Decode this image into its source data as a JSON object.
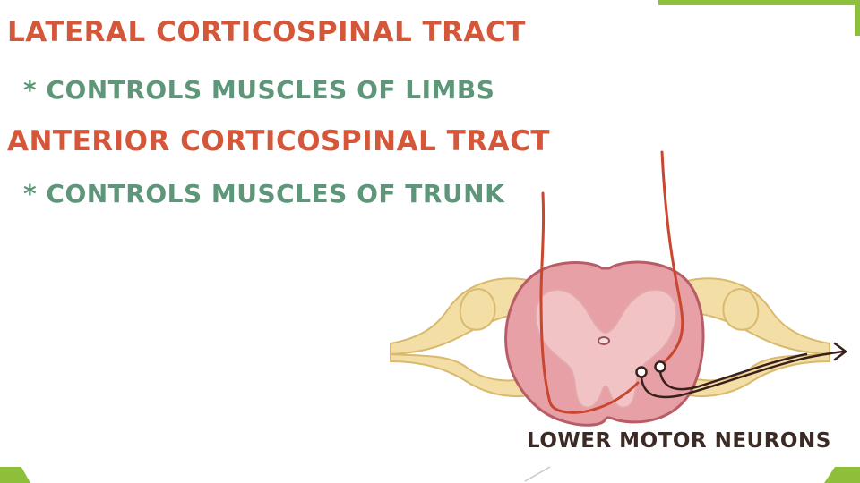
{
  "slide": {
    "lines": [
      {
        "text": "LATERAL CORTICOSPINAL TRACT",
        "kind": "tract"
      },
      {
        "text": "* CONTROLS MUSCLES OF LIMBS",
        "kind": "bullet"
      },
      {
        "text": "ANTERIOR CORTICOSPINAL TRACT",
        "kind": "tract"
      },
      {
        "text": "* CONTROLS MUSCLES OF TRUNK",
        "kind": "bullet"
      }
    ],
    "caption": "LOWER MOTOR NEURONS"
  },
  "colors": {
    "tract_text": "#d4573a",
    "bullet_text": "#5d9678",
    "caption_text": "#3c2a25",
    "nerve_fill": "#f3dfa6",
    "nerve_stroke": "#d9b96e",
    "cord_outer": "#e7a1a6",
    "cord_outer_stroke": "#b85d67",
    "gray_matter": "#f1c3c5",
    "tract_line": "#c9462f",
    "neuron_line": "#3a201d",
    "accent_green": "#8dbf3a"
  }
}
